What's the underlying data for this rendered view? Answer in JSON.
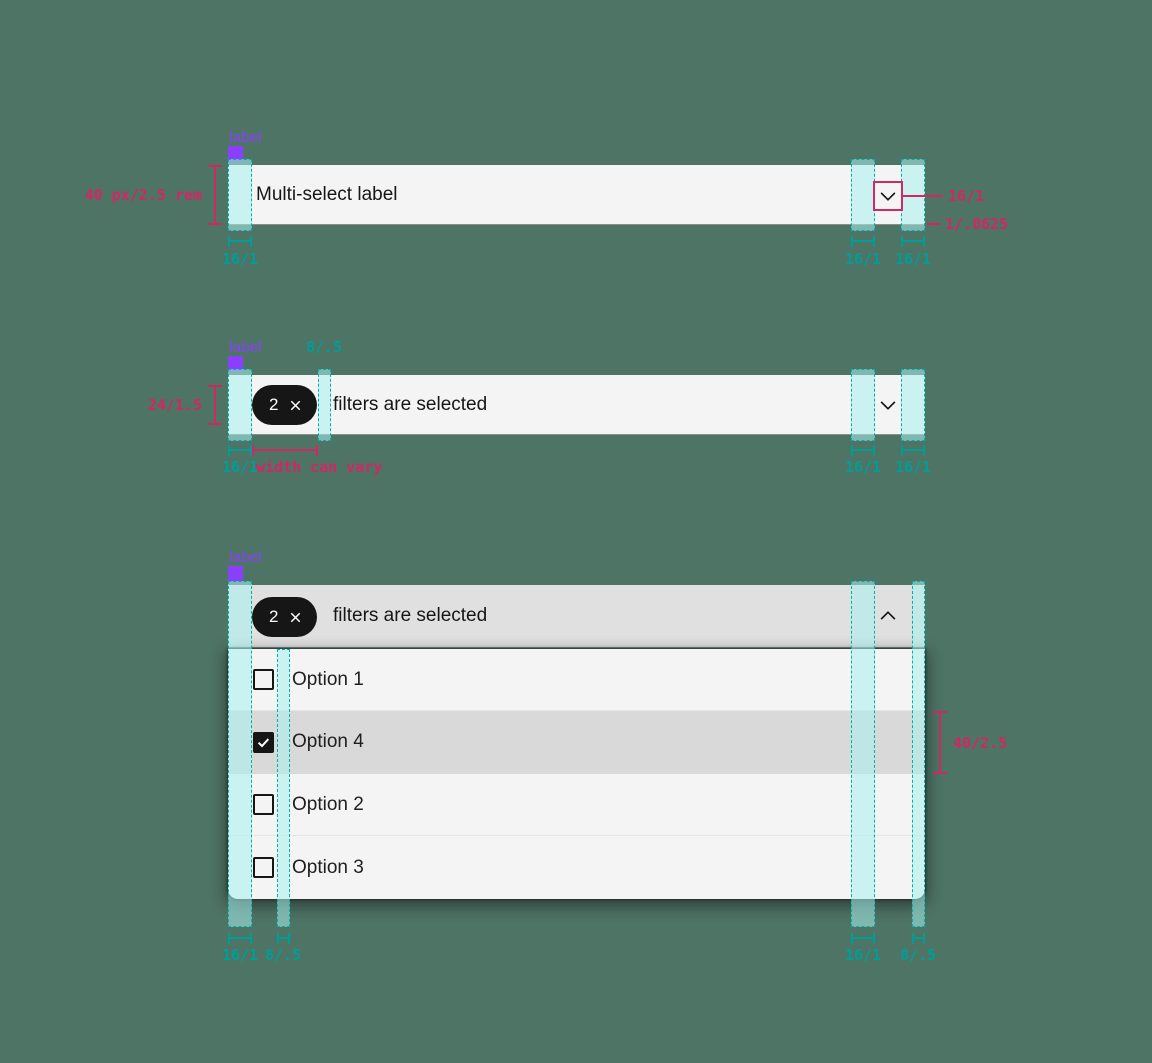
{
  "palette": {
    "background": "#4e7466",
    "teal_annotation": "#009e97",
    "teal_stripe_border": "#00b2ab",
    "pink_annotation": "#d02864",
    "purple_label": "#8a3ffc",
    "field_background": "#f4f4f4",
    "open_trigger_background": "#e0e0e0",
    "selected_row_background": "#d9d9d9",
    "text": "#161616",
    "field_border_bottom": "#8d8d8d",
    "tag_background": "#161616",
    "tag_text": "#ffffff"
  },
  "closed_select": {
    "swatch_label": "label",
    "value": "Multi-select label",
    "chevron_icon": "chevron-down",
    "ann_height": "40 px/2.5 rem",
    "ann_left_pad": "16/1",
    "ann_icon": "16/1",
    "ann_border": "1/.0625",
    "ann_right_inner": "16/1",
    "ann_right_outer": "16/1"
  },
  "tag_select": {
    "swatch_label": "label",
    "tag_count": "2",
    "tag_close_icon": "close",
    "value": "filters are selected",
    "chevron_icon": "chevron-down",
    "ann_tag_height": "24/1.5",
    "ann_gap_top": "8/.5",
    "ann_left_pad": "16/1",
    "ann_tag_width": "width can vary",
    "ann_right_inner": "16/1",
    "ann_right_outer": "16/1"
  },
  "open_select": {
    "swatch_label": "label",
    "tag_count": "2",
    "tag_close_icon": "close",
    "value": "filters are selected",
    "chevron_icon": "chevron-up",
    "options": [
      {
        "label": "Option 1",
        "checked": false
      },
      {
        "label": "Option 4",
        "checked": true
      },
      {
        "label": "Option 2",
        "checked": false
      },
      {
        "label": "Option 3",
        "checked": false
      }
    ],
    "ann_row_height": "40/2.5",
    "ann_left_pad": "16/1",
    "ann_checkbox_gap": "8/.5",
    "ann_right_inner": "16/1",
    "ann_right_outer": "8/.5"
  }
}
